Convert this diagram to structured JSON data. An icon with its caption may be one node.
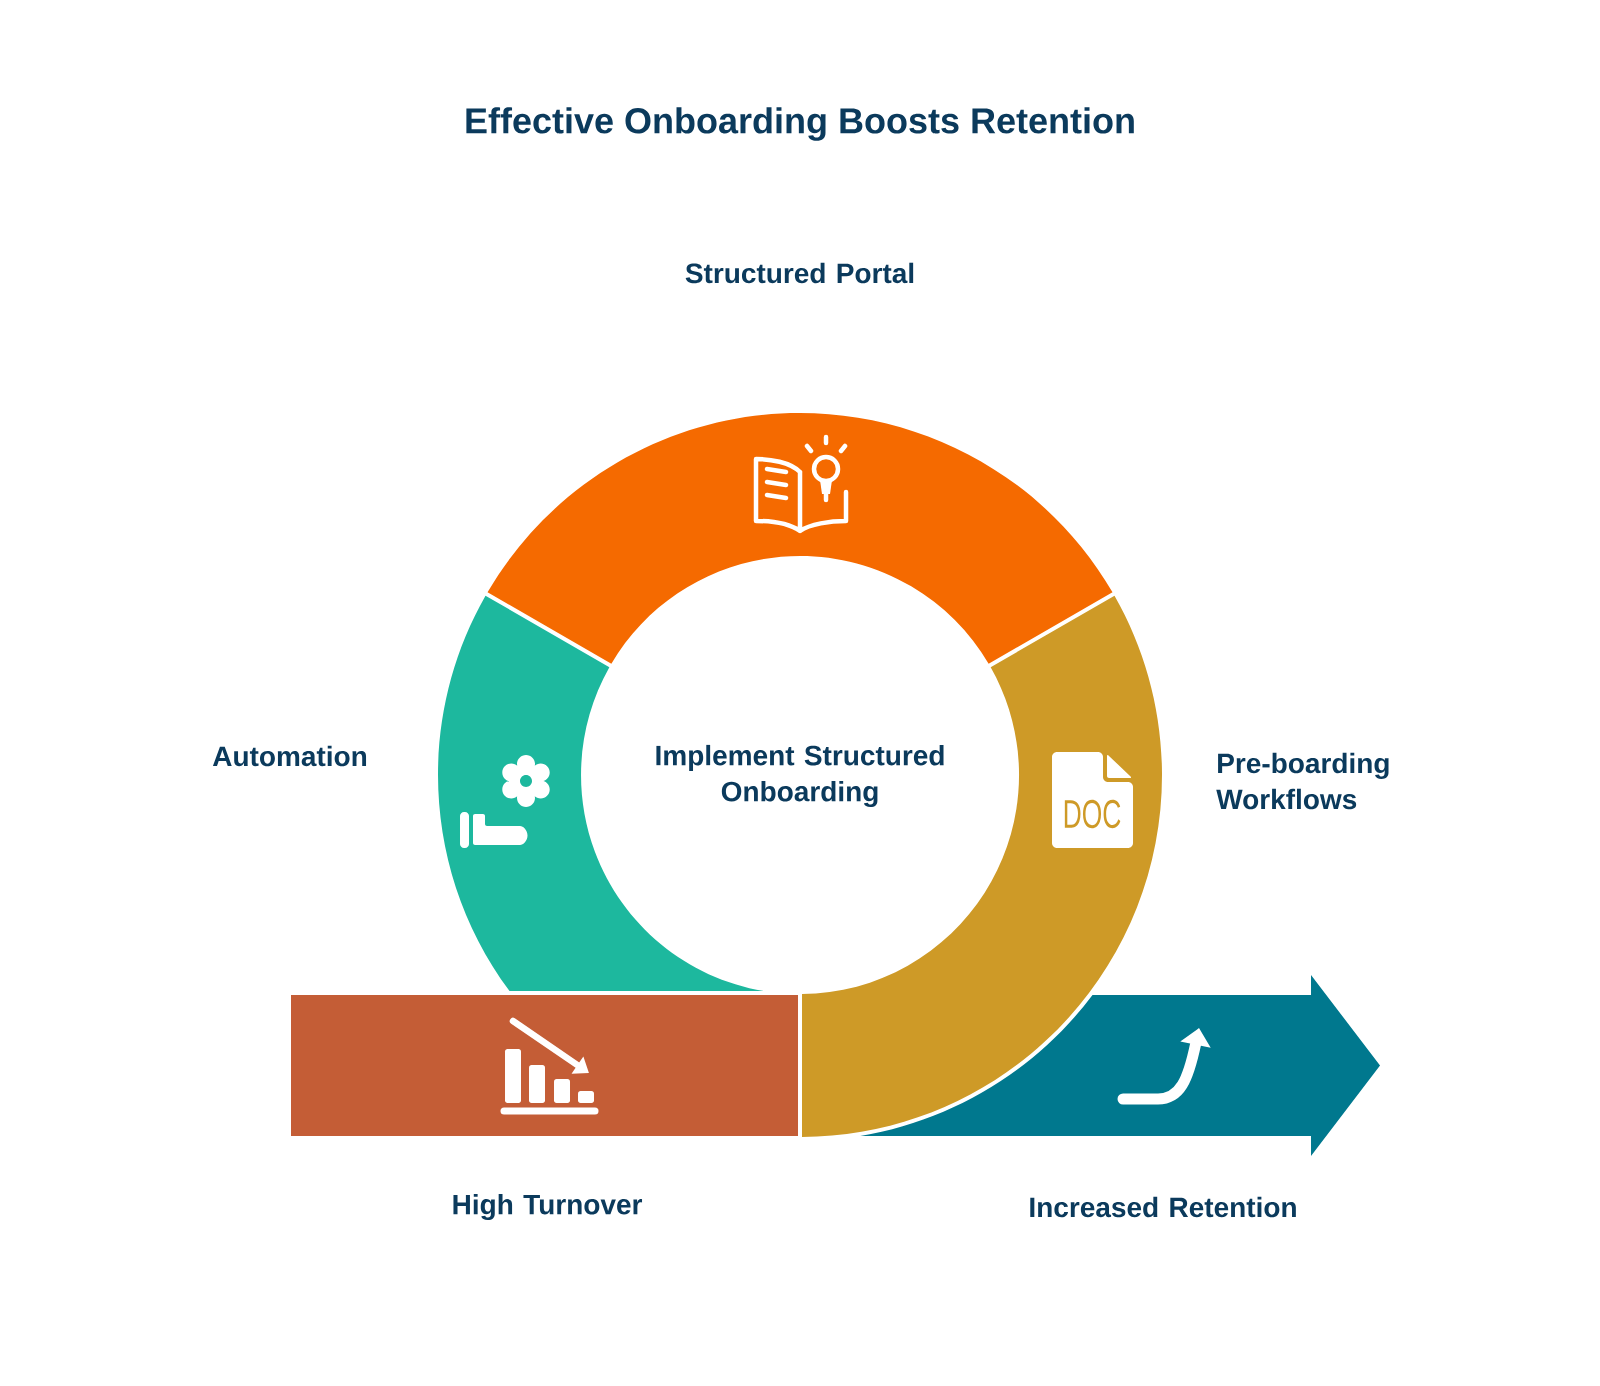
{
  "diagram": {
    "title": "Effective Onboarding Boosts Retention",
    "nodes": [
      {
        "text": [
          "Structured Portal"
        ]
      },
      {
        "text": [
          "Automation"
        ]
      },
      {
        "text": [
          "Pre-boarding Workflows",
          "DOC"
        ]
      },
      {
        "text": [
          "High Turnover"
        ]
      },
      {
        "text": [
          "Increased Retention"
        ]
      }
    ],
    "labels": [
      "Implement Structured Onboarding"
    ]
  }
}
